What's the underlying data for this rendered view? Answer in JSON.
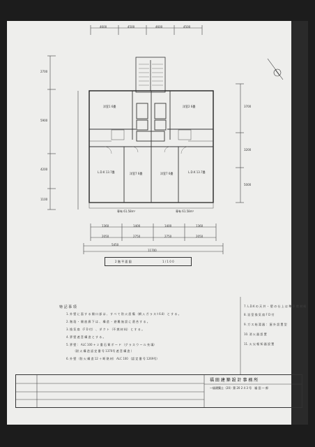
{
  "plan": {
    "room_labels": [
      "洋室1 6畳",
      "洋室2 6畳",
      "L.D.K 13.7畳",
      "洋室7 6畳",
      "洋室7 6畳",
      "L.D.K 13.7畳"
    ],
    "top_dims": [
      "4600",
      "4500",
      "4600",
      "4500"
    ],
    "bottom_dims_row1": [
      "1360",
      "1400",
      "1400",
      "1360"
    ],
    "bottom_dims_row2": [
      "2050",
      "2750",
      "2750",
      "2050"
    ],
    "bottom_total_1": "5450",
    "bottom_total_2": "11700",
    "left_dims": [
      "2700",
      "5900",
      "4200",
      "1100"
    ],
    "right_dims": [
      "3700",
      "3200",
      "5000"
    ],
    "floor_area_left": "専有 61.58m²",
    "floor_area_right": "専有 61.58m²",
    "title": "2 階 平 面 図",
    "scale": "1 / 1 0 0"
  },
  "notes": {
    "heading": "特 記 事 項",
    "lines": [
      "1. 外 壁 に 面 す る 開 口 部 は 、 す べ て 防 火 設 備 （網 入 ガ ラ ス t 6.8） と す る 。",
      "2. 階 段 ・ 開 放 廊 下 は 、 構 造 ・ 避 難 施 設 に 適 合 す る 。",
      "3. 換 気 扇 （F D 付） 、 ダ ク ト （不 燃 材 料） と す る 。",
      "4. 界 壁 遮 音 構 造 と す る 。",
      "5. 界 壁 ： ALC 100 + ２ 重 石 膏 ボ ー ド （グ ラ ス ウ ー ル 充 填）",
      "（耐 火 構 造 認 定 番 号 1370号 遮 音 構 造 ）",
      "6. 外 壁 （防 火 構 造 12 ＋ 断 熱 材） ALC 100 （認 定 番 号 1269号）"
    ],
    "right_lines": [
      "7. L.D.K の 天 井 ・ 壁 の 仕 上 は 準 不 燃 材 料",
      "8. 浴 室 換 気 扇 F D 付",
      "9. ガ ス 給 湯 器 ： 屋 外 設 置 型",
      "10. 消 火 器 設 置",
      "11. 火 災 報 知 器 設 置"
    ]
  },
  "title_block": {
    "firm": "福 田 建 築 設 計 事 務 所",
    "address": "一級建築士（20）第 20 2 4 3 号　福 田 一 郎"
  }
}
